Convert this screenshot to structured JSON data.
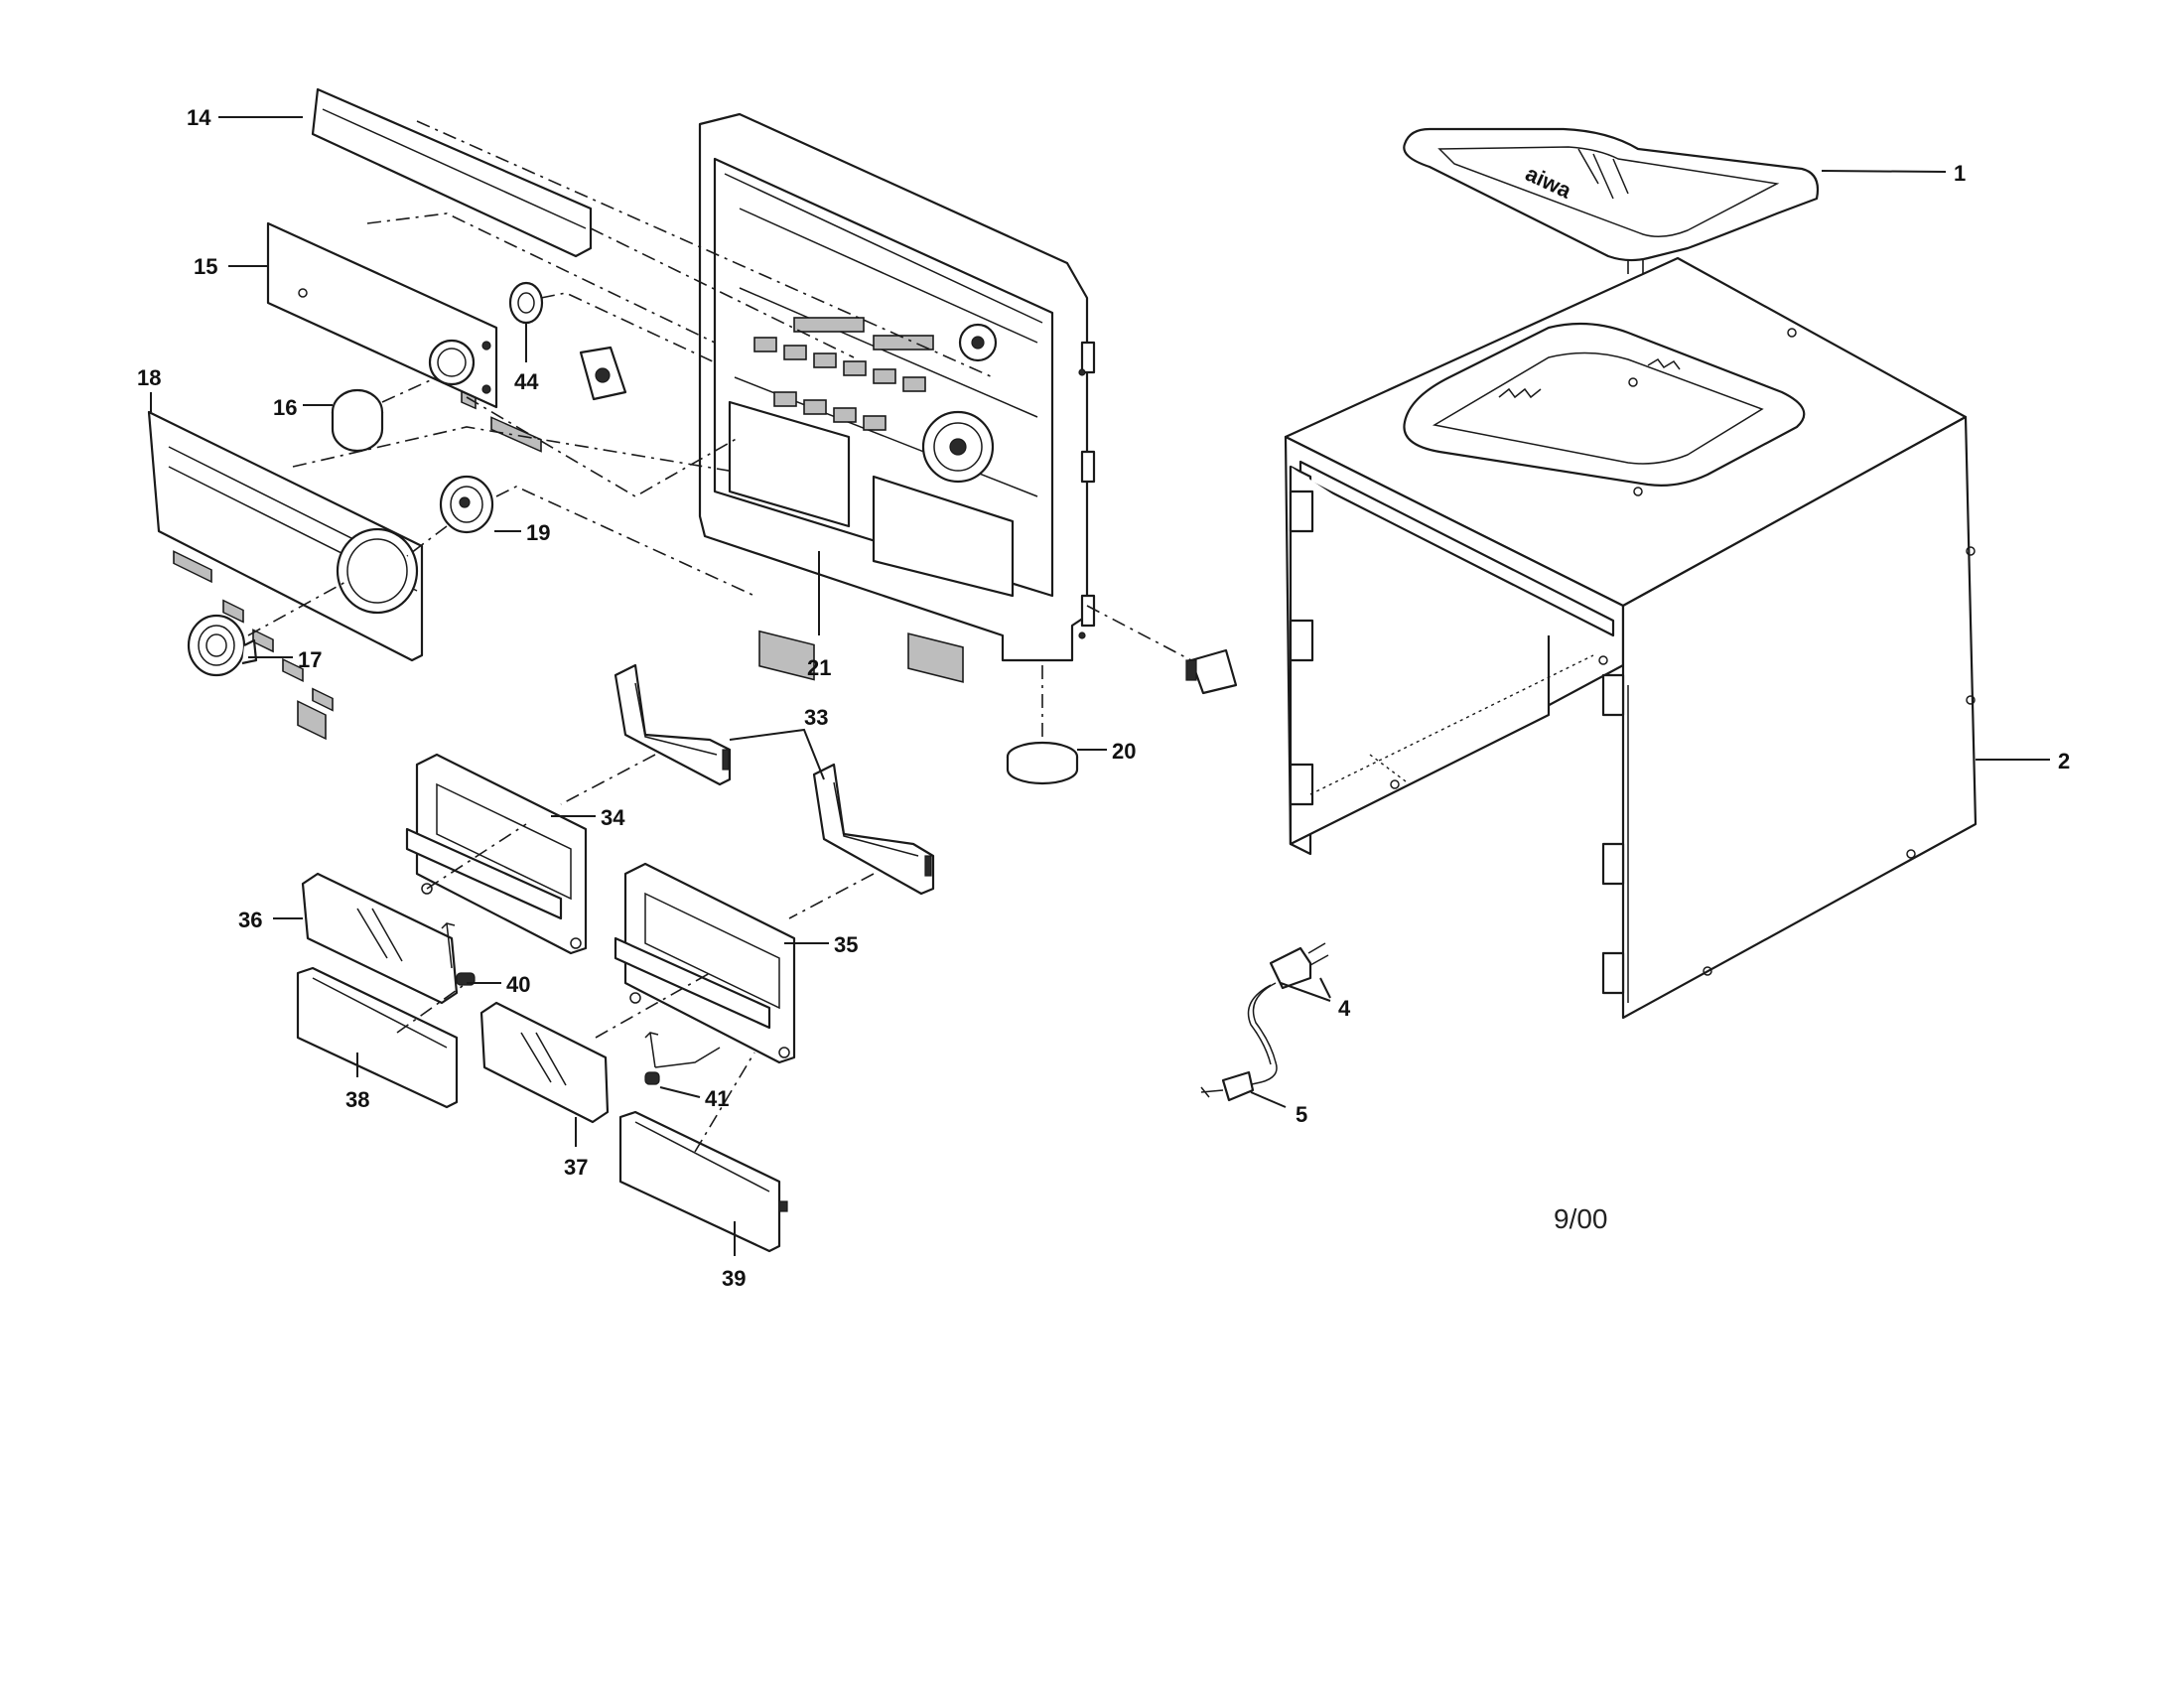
{
  "callouts": {
    "c1": "1",
    "c2": "2",
    "c4": "4",
    "c5": "5",
    "c14": "14",
    "c15": "15",
    "c16": "16",
    "c17": "17",
    "c18": "18",
    "c19": "19",
    "c20": "20",
    "c21": "21",
    "c33": "33",
    "c34": "34",
    "c35": "35",
    "c36": "36",
    "c37": "37",
    "c38": "38",
    "c39": "39",
    "c40": "40",
    "c41": "41",
    "c44": "44"
  },
  "brand_mark": "aiwa",
  "date_code": "9/00"
}
